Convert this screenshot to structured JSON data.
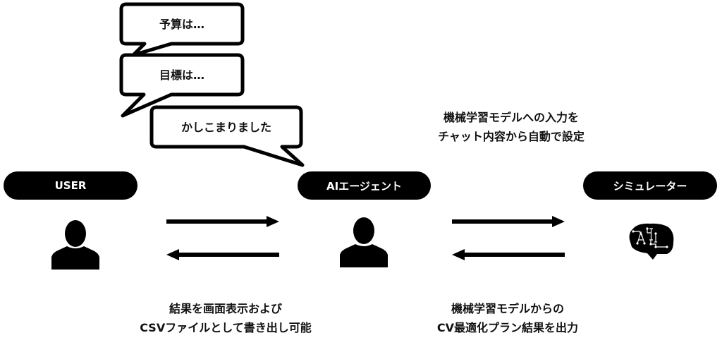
{
  "bubbles": [
    {
      "text": "予算は…"
    },
    {
      "text": "目標は…"
    },
    {
      "text": "かしこまりました"
    }
  ],
  "actors": {
    "user": {
      "label": "USER",
      "icon": "person-icon"
    },
    "agent": {
      "label": "AIエージェント",
      "icon": "person-icon"
    },
    "simulator": {
      "label": "シミュレーター",
      "icon": "ai-brain-icon"
    }
  },
  "captions": {
    "agent_to_simulator": {
      "line1": "機械学習モデルへの入力を",
      "line2": "チャット内容から自動で設定"
    },
    "agent_to_user": {
      "line1": "結果を画面表示および",
      "line2": "CSVファイルとして書き出し可能"
    },
    "simulator_to_agent": {
      "line1": "機械学習モデルからの",
      "line2": "CV最適化プラン結果を出力"
    }
  },
  "colors": {
    "ink": "#000000",
    "background": "#ffffff",
    "pill_text": "#ffffff"
  }
}
